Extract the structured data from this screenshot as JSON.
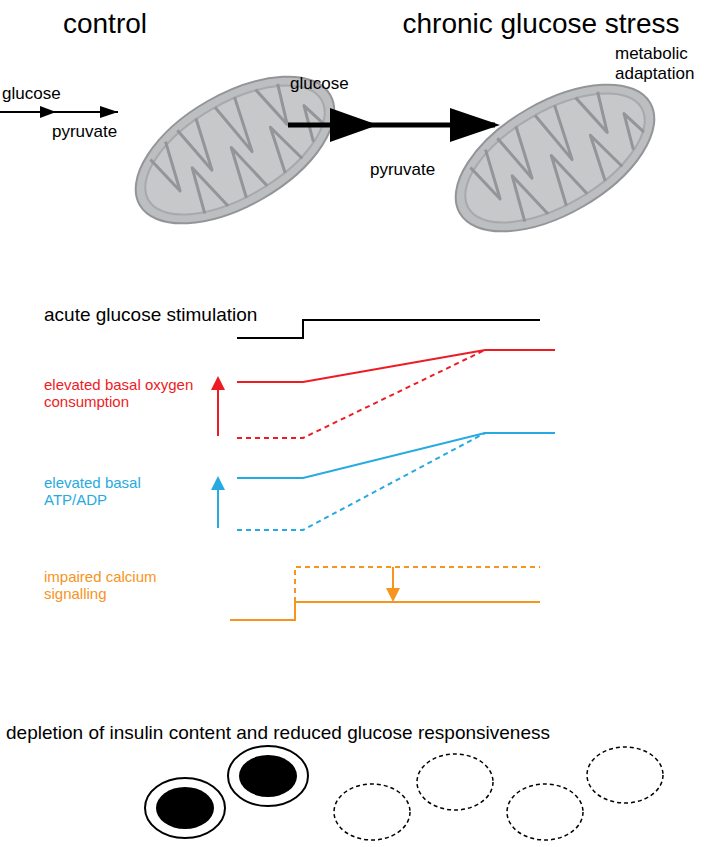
{
  "diagram": {
    "labels": [
      "control",
      "chronic glucose stress",
      "metabolic adaptation",
      "glucose",
      "pyruvate",
      "glucose",
      "pyruvate",
      "acute glucose stimulation",
      "elevated basal oxygen consumption",
      "elevated basal ATP/ADP",
      "impaired calcium signalling",
      "depletion of insulin content and reduced glucose responsiveness"
    ]
  }
}
